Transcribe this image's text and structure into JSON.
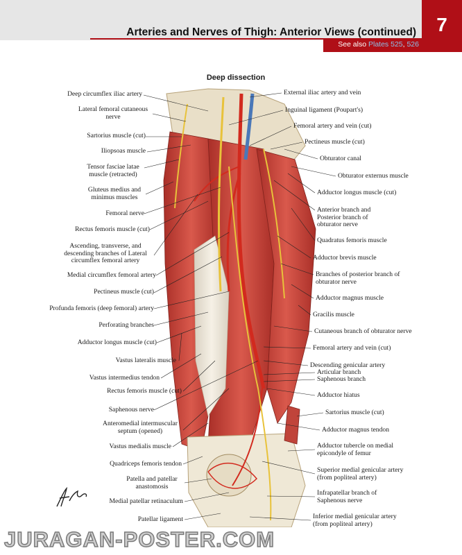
{
  "header": {
    "title": "Arteries and Nerves of Thigh: Anterior Views (continued)",
    "plate_number": "7",
    "see_also_prefix": "See also",
    "see_also_plates": [
      "Plates 525",
      "526"
    ]
  },
  "figure": {
    "subtitle": "Deep dissection",
    "left_labels": [
      "Deep circumflex iliac artery",
      "Lateral femoral cutaneous nerve",
      "Sartorius muscle (cut)",
      "Iliopsoas muscle",
      "Tensor fasciae latae muscle (retracted)",
      "Gluteus medius and minimus muscles",
      "Femoral nerve",
      "Rectus femoris muscle (cut)",
      "Ascending, transverse, and descending branches of Lateral circumflex femoral artery",
      "Medial circumflex femoral artery",
      "Pectineus muscle (cut)",
      "Profunda femoris (deep femoral) artery",
      "Perforating branches",
      "Adductor longus muscle (cut)",
      "Vastus lateralis muscle",
      "Vastus intermedius tendon",
      "Rectus femoris muscle (cut)",
      "Saphenous nerve",
      "Anteromedial intermuscular septum (opened)",
      "Vastus medialis muscle",
      "Quadriceps femoris tendon",
      "Patella and patellar anastomosis",
      "Medial patellar retinaculum",
      "Patellar ligament"
    ],
    "right_labels": [
      "External iliac artery and vein",
      "Inguinal ligament (Poupart's)",
      "Femoral artery and vein (cut)",
      "Pectineus muscle (cut)",
      "Obturator canal",
      "Obturator externus muscle",
      "Adductor longus muscle (cut)",
      "Anterior branch and Posterior branch of obturator nerve",
      "Quadratus femoris muscle",
      "Adductor brevis muscle",
      "Branches of posterior branch of obturator nerve",
      "Adductor magnus muscle",
      "Gracilis muscle",
      "Cutaneous branch of obturator nerve",
      "Femoral artery and vein (cut)",
      "Descending genicular artery",
      "Articular branch",
      "Saphenous branch",
      "Adductor hiatus",
      "Sartorius muscle (cut)",
      "Adductor magnus tendon",
      "Adductor tubercle on medial epicondyle of femur",
      "Superior medial genicular artery (from popliteal artery)",
      "Infrapatellar branch of Saphenous nerve",
      "Inferior medial genicular artery (from popliteal artery)"
    ]
  },
  "watermark": {
    "text": "JURAGAN-POSTER.COM"
  },
  "colors": {
    "brand_red": "#b00f17",
    "muscle": "#c8453a",
    "artery": "#d22a1e",
    "vein": "#4a78b8",
    "nerve": "#e8c23a",
    "tendon": "#efe7d8"
  }
}
